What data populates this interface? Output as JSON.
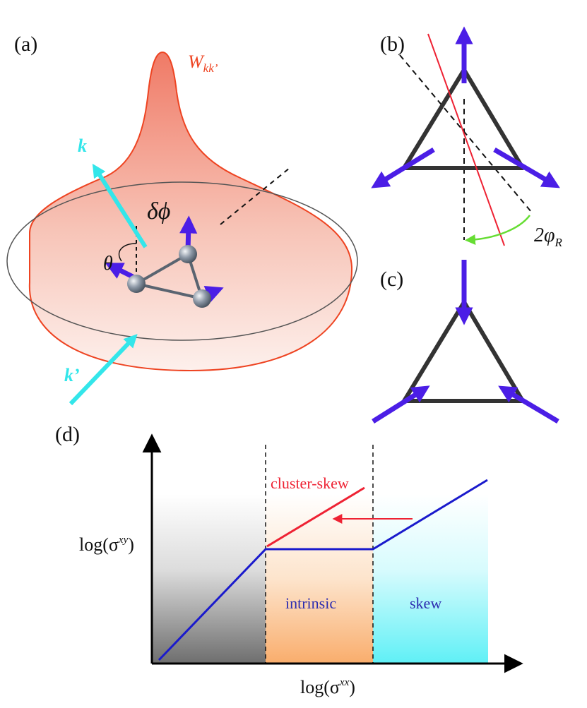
{
  "panels": {
    "a": {
      "label": "(a)",
      "w_symbol": "W",
      "w_subscript": "kk’",
      "k_label": "k",
      "kprime_label": "k’",
      "dphi_label": "δϕ",
      "theta_label": "θ"
    },
    "b": {
      "label": "(b)",
      "angle_label": "2φ",
      "angle_subscript": "R"
    },
    "c": {
      "label": "(c)"
    },
    "d": {
      "label": "(d)",
      "ylabel_prefix": "log(σ",
      "ylabel_sup": "xy",
      "ylabel_suffix": ")",
      "xlabel_prefix": "log(σ",
      "xlabel_sup": "xx",
      "xlabel_suffix": ")",
      "region_intrinsic": "intrinsic",
      "region_skew": "skew",
      "cluster_skew_label": "cluster-skew"
    }
  },
  "colors": {
    "cyan": "#33e6ea",
    "blue_arrow": "#4b1ee6",
    "red": "#ee2233",
    "orange_curve": "#ee4422",
    "green_arc": "#66dd33",
    "triangle": "#333333",
    "blue_line": "#1a1acc",
    "label_blue": "#2b2bb0"
  }
}
